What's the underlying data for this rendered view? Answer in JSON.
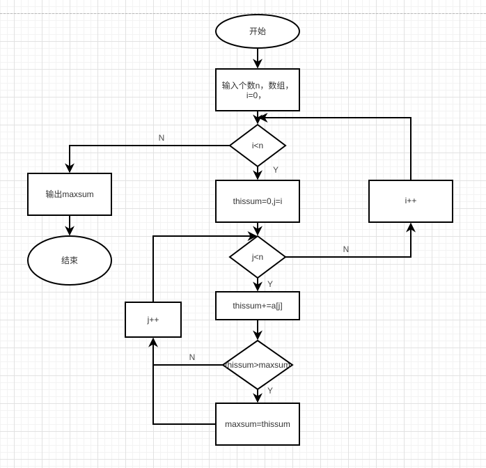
{
  "diagram": {
    "type": "flowchart",
    "nodes": {
      "start": "开始",
      "input": [
        "输入个数n，数组，",
        "i=0，"
      ],
      "cond_i": "i<n",
      "init_j": "thissum=0,j=i",
      "cond_j": "j<n",
      "accumulate": "thissum+=a[j]",
      "cond_max": "thissum>maxsum",
      "update_max": "maxsum=thissum",
      "inc_j": "j++",
      "inc_i": "i++",
      "output": "输出maxsum",
      "end": "结束"
    },
    "edge_labels": {
      "cond_i_yes": "Y",
      "cond_i_no": "N",
      "cond_j_yes": "Y",
      "cond_j_no": "N",
      "cond_max_yes": "Y",
      "cond_max_no": "N"
    },
    "edges": [
      {
        "from": "start",
        "to": "input"
      },
      {
        "from": "input",
        "to": "cond_i"
      },
      {
        "from": "cond_i",
        "to": "init_j",
        "label": "Y"
      },
      {
        "from": "cond_i",
        "to": "output",
        "label": "N"
      },
      {
        "from": "output",
        "to": "end"
      },
      {
        "from": "init_j",
        "to": "cond_j"
      },
      {
        "from": "cond_j",
        "to": "accumulate",
        "label": "Y"
      },
      {
        "from": "cond_j",
        "to": "inc_i",
        "label": "N"
      },
      {
        "from": "inc_i",
        "to": "cond_i"
      },
      {
        "from": "accumulate",
        "to": "cond_max"
      },
      {
        "from": "cond_max",
        "to": "update_max",
        "label": "Y"
      },
      {
        "from": "cond_max",
        "to": "inc_j",
        "label": "N"
      },
      {
        "from": "update_max",
        "to": "inc_j"
      },
      {
        "from": "inc_j",
        "to": "cond_j"
      }
    ]
  }
}
